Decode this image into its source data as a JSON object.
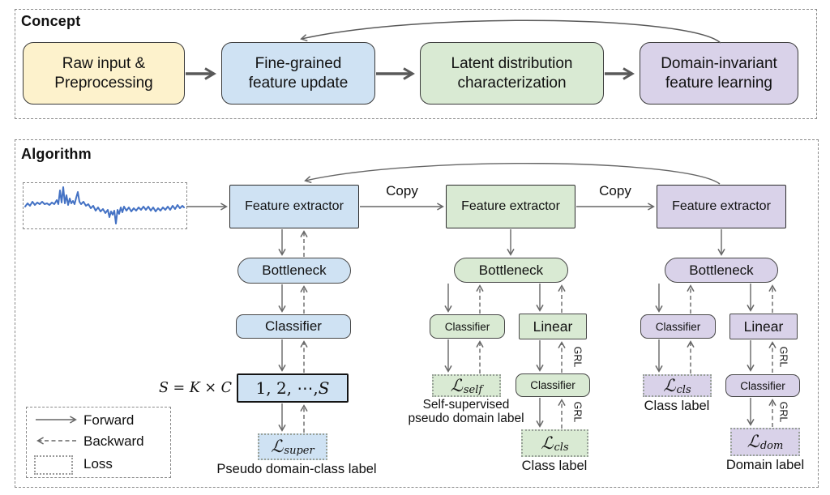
{
  "colors": {
    "yellow": "#fdf2cc",
    "blue": "#cfe2f3",
    "green": "#d9ead3",
    "purple": "#d9d2e9",
    "arrow": "#666666",
    "thick_arrow": "#595959",
    "waveform": "#4472c4",
    "dash_border": "#8a8a8a"
  },
  "concept": {
    "title": "Concept",
    "nodes": [
      {
        "label": "Raw input &\nPreprocessing"
      },
      {
        "label": "Fine-grained\nfeature update"
      },
      {
        "label": "Latent distribution\ncharacterization"
      },
      {
        "label": "Domain-invariant\nfeature learning"
      }
    ]
  },
  "algorithm": {
    "title": "Algorithm",
    "copy_label": "Copy",
    "grl_label": "GRL",
    "feature_extractor_label": "Feature extractor",
    "bottleneck_label": "Bottleneck",
    "classifier_label": "Classifier",
    "linear_label": "Linear",
    "s_equation": {
      "s": "S",
      "eq": " = ",
      "k": "K",
      "times": " × ",
      "c": "C"
    },
    "s_box": {
      "prefix": "1, 2, ⋯, ",
      "s": "S"
    },
    "losses": {
      "super": {
        "sym": "ℒ",
        "sub": "super",
        "caption": "Pseudo domain-class label"
      },
      "self": {
        "sym": "ℒ",
        "sub": "self",
        "caption": "Self-supervised\npseudo domain label"
      },
      "cls_mid": {
        "sym": "ℒ",
        "sub": "cls",
        "caption": "Class label"
      },
      "cls_right": {
        "sym": "ℒ",
        "sub": "cls",
        "caption": "Class label"
      },
      "dom": {
        "sym": "ℒ",
        "sub": "dom",
        "caption": "Domain label"
      }
    },
    "legend": {
      "forward": "Forward",
      "backward": "Backward",
      "loss": "Loss"
    }
  }
}
